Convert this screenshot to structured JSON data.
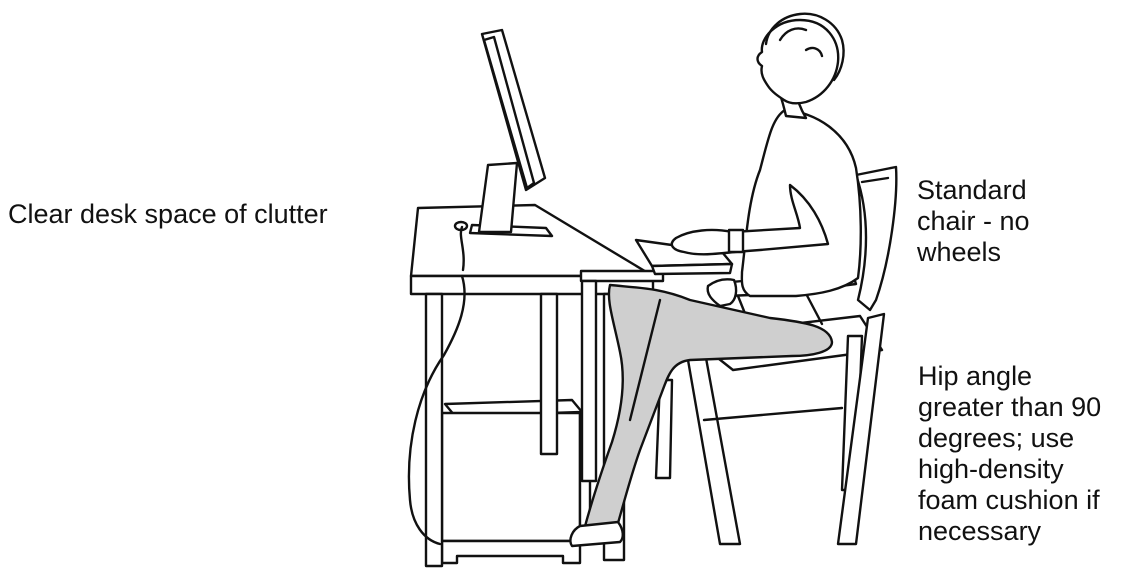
{
  "annotations": {
    "desk": "Clear desk space of clutter",
    "chair": "Standard\nchair - no\nwheels",
    "hip": "Hip angle\ngreater than 90\ndegrees; use\nhigh-density\nfoam cushion if\nnecessary"
  }
}
